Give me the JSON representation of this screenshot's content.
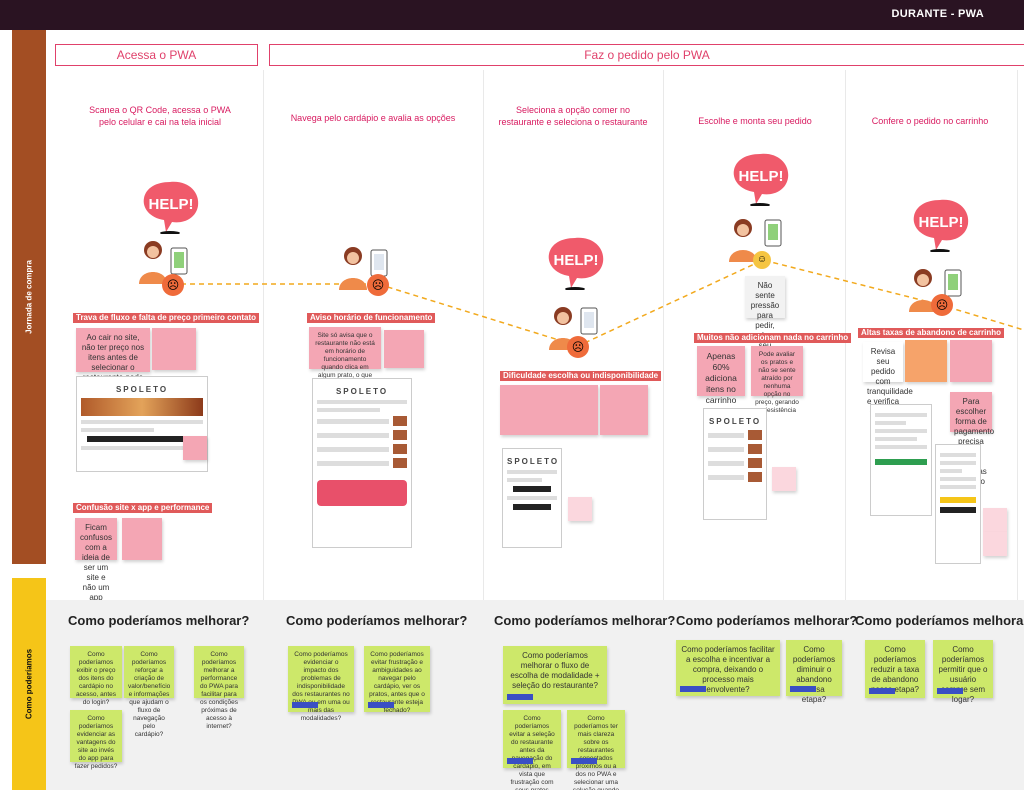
{
  "header": {
    "phase": "DURANTE - PWA"
  },
  "rows": {
    "journey": "Jornada de compra",
    "improve": "Como poderíamos"
  },
  "stages": [
    "Acessa o PWA",
    "Faz o pedido pelo PWA"
  ],
  "steps": [
    "Scanea o QR Code, acessa o PWA pelo celular e cai na tela inicial",
    "Navega pelo cardápio e avalia as opções",
    "Seleciona a opção comer no restaurante e seleciona o restaurante",
    "Escolhe e monta seu pedido",
    "Confere o pedido no carrinho"
  ],
  "help_text": "HELP!",
  "emotions": [
    "sad",
    "sad",
    "very-sad",
    "neutral",
    "sad"
  ],
  "pains": {
    "c1a": "Trava de fluxo e falta de preço primeiro contato",
    "c1b": "Confusão site x app e performance",
    "c2": "Aviso horário de funcionamento",
    "c3": "Dificuldade escolha ou indisponibilidade",
    "c4": "Muitos não adicionam nada no carrinho",
    "c5": "Altas taxas de abandono de carrinho"
  },
  "notes": {
    "n1": "Ao cair no site, não ter preço nos itens antes de selecionar o restaurante pode gerar atrito e confusão, não é usual",
    "n2": "Ficam confusos com a ideia de ser um site e não um app",
    "n3": "Site só avisa que o restaurante não está em horário de funcionamento quando clica em algum prato, o que pode gerar frustração",
    "n4": "Não sente pressão para pedir, pode no seu tempo",
    "n5": "Apenas 60% adiciona itens no carrinho",
    "n6": "Pode avaliar os pratos e não se sente atraído por nenhuma opção no preço, gerando a desistência",
    "n7": "Revisa seu pedido com tranquilidade e verifica o preço final",
    "n8": "Para escolher forma de pagamento precisa logar. Mais barreiras no fluxo"
  },
  "app_logo": "SPOLETO",
  "how_title": "Como poderíamos melhorar?",
  "hmw": {
    "c1a": "Como poderíamos exibir o preço dos itens do cardápio no acesso, antes do login?",
    "c1b": "Como poderíamos reforçar a criação de valor/benefício e informações que ajudam o fluxo de navegação pelo cardápio?",
    "c1c": "Como poderíamos melhorar a performance do PWA para facilitar para os condições próximas de acesso à internet?",
    "c1d": "Como poderíamos evidenciar as vantagens do site ao invés do app para fazer pedidos?",
    "c2a": "Como poderíamos evidenciar o impacto dos problemas de indisponibilidade dos restaurantes no PWA ou em uma ou mais das modalidades?",
    "c2b": "Como poderíamos evitar frustração e ambiguidades ao navegar pelo cardápio, ver os pratos, antes que o restaurante esteja fechado?",
    "c3a": "Como poderíamos melhorar o fluxo de escolha de modalidade + seleção do restaurante?",
    "c3b": "Como poderíamos evitar a seleção do restaurante antes da navegação do cardápio, em vista que frustração com seus pratos escolhidos esteja disponível na seleção?",
    "c3c": "Como poderíamos ter mais clareza sobre os restaurantes conectados próximos ou a dos no PWA e selecionar uma solução quando não encontrar?",
    "c4a": "Como poderíamos facilitar a escolha e incentivar a compra, deixando o processo mais envolvente?",
    "c4b": "Como poderíamos diminuir o abandono nessa etapa?",
    "c5a": "Como poderíamos reduzir a taxa de abandono nessa etapa?",
    "c5b": "Como poderíamos permitir que o usuário compre sem logar?"
  }
}
